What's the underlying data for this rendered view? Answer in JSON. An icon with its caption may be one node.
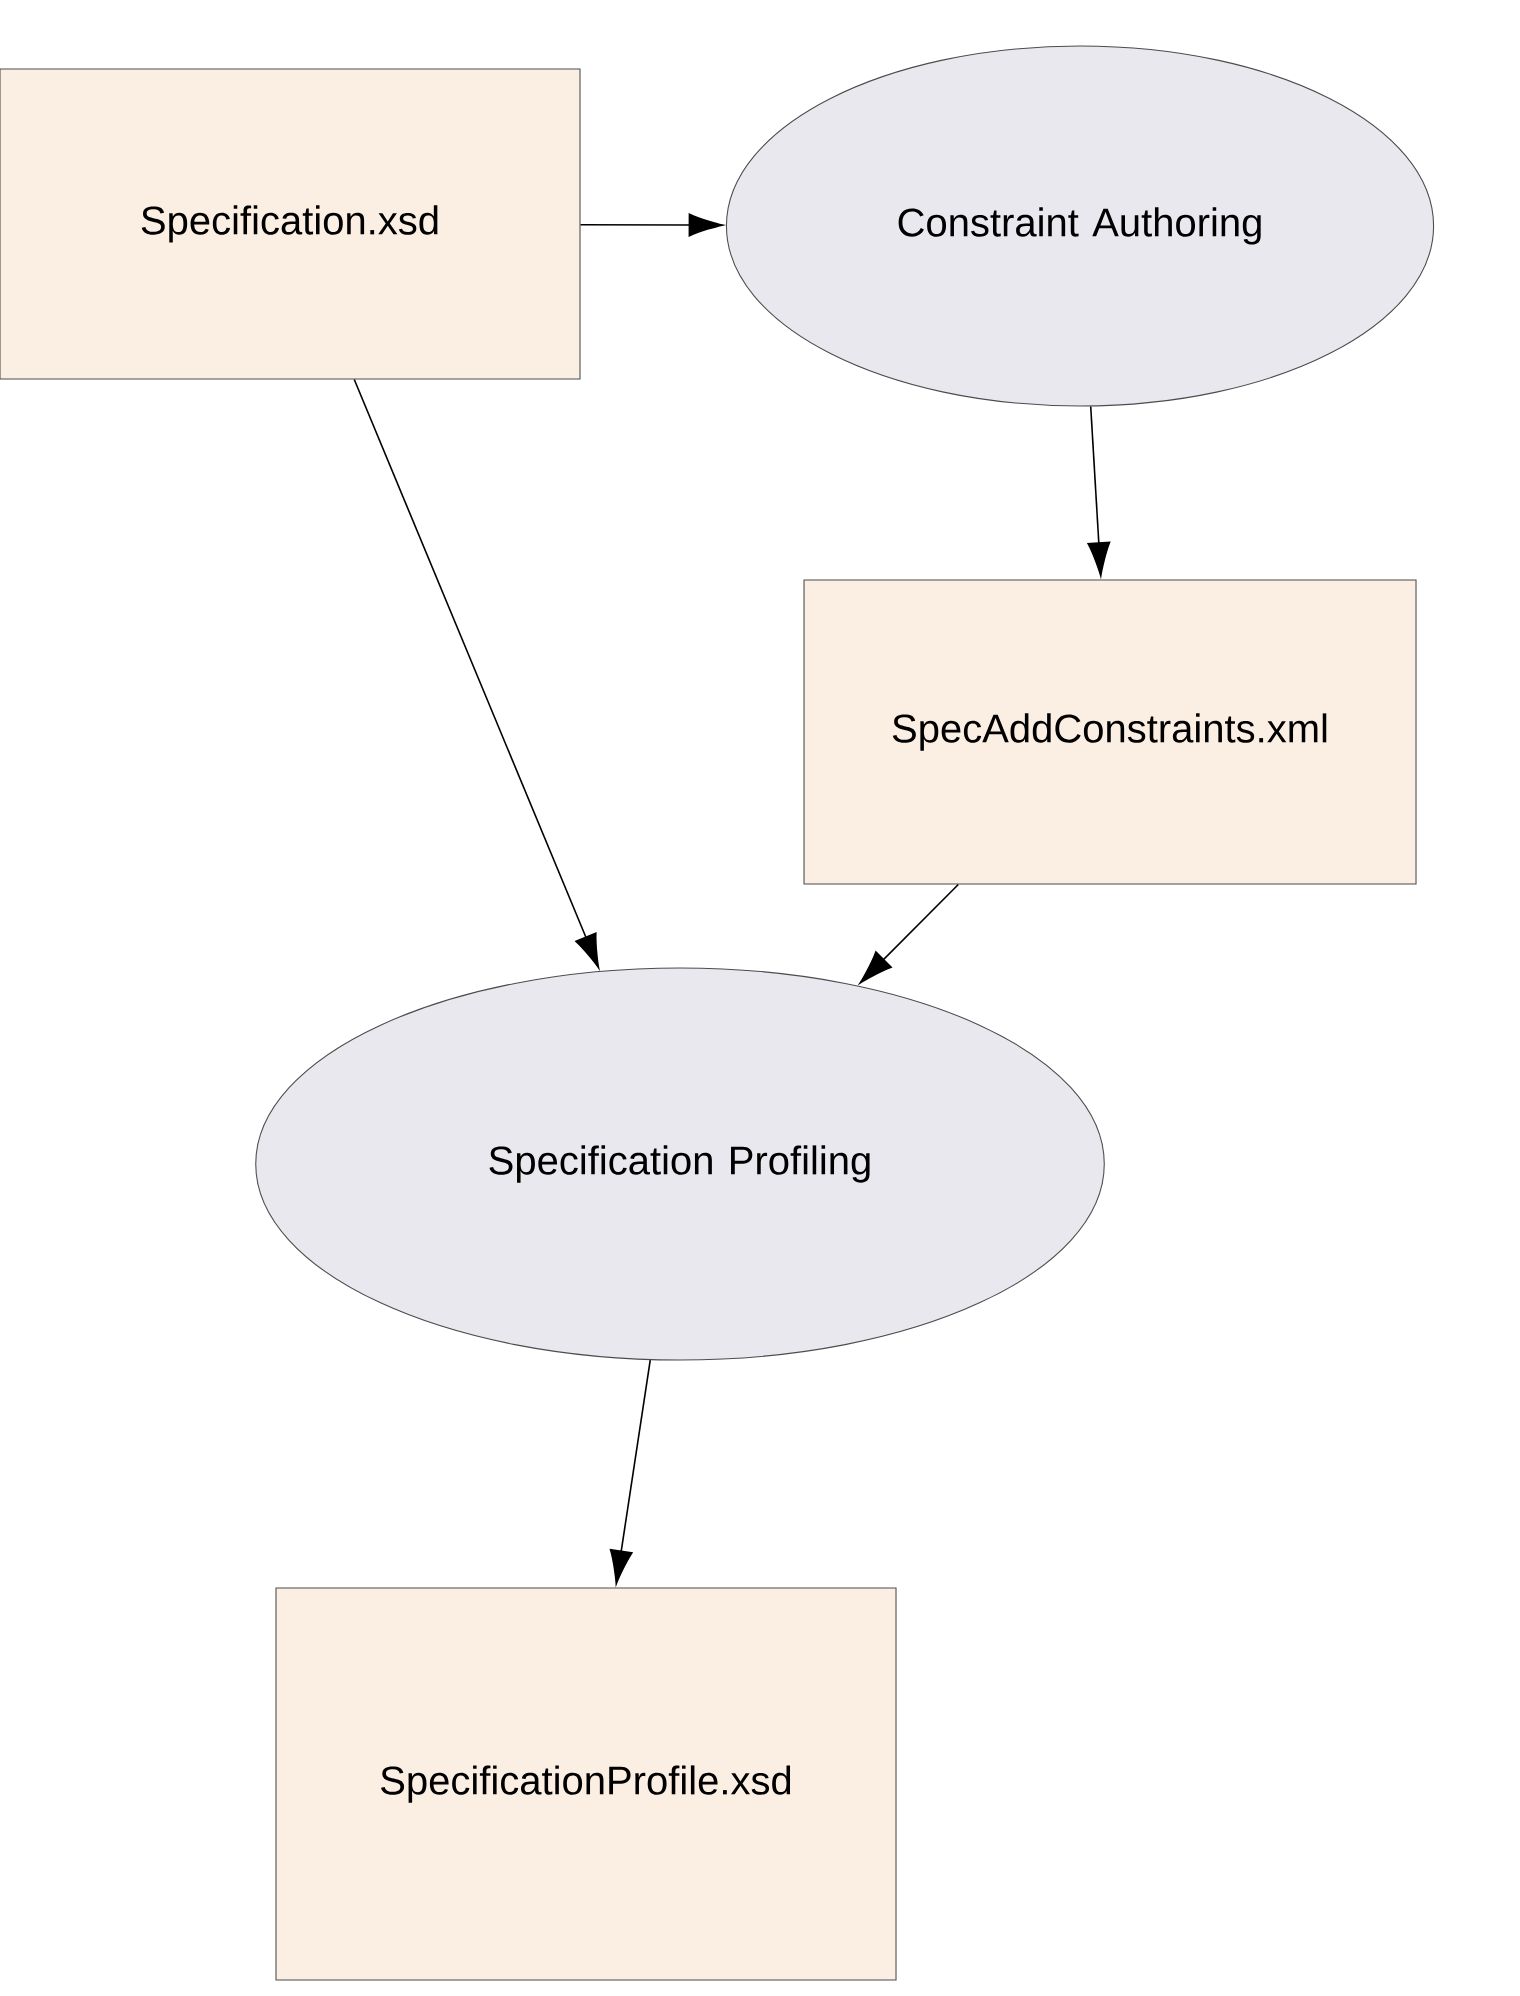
{
  "diagram": {
    "nodes": [
      {
        "text": [
          "Specification.xsd"
        ]
      },
      {
        "text": [
          "Constraint Authoring"
        ]
      },
      {
        "text": [
          "SpecAddConstraints.xml"
        ]
      },
      {
        "text": [
          "Specification Profiling"
        ]
      },
      {
        "text": [
          "SpecificationProfile.xsd"
        ]
      }
    ],
    "edges": [
      {
        "from": 0,
        "to": 1,
        "arrow": "to"
      },
      {
        "from": 1,
        "to": 2,
        "arrow": "to"
      },
      {
        "from": 0,
        "to": 3,
        "arrow": "to"
      },
      {
        "from": 2,
        "to": 3,
        "arrow": "to"
      },
      {
        "from": 3,
        "to": 4,
        "arrow": "to"
      }
    ]
  }
}
